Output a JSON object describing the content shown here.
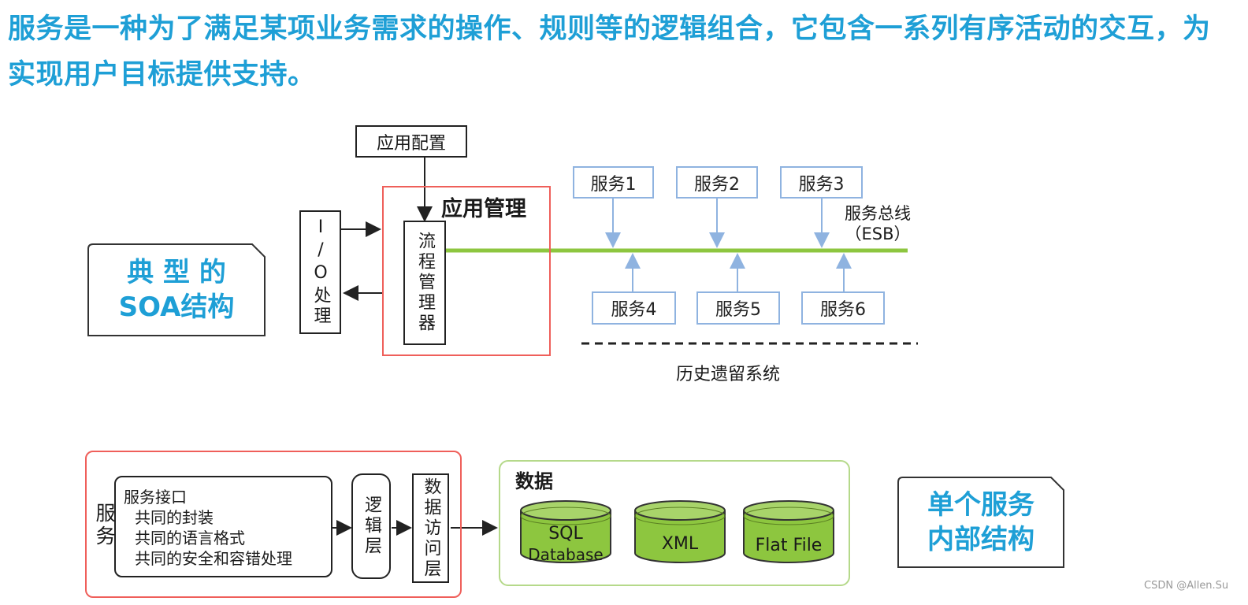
{
  "intro_text": "服务是一种为了满足某项业务需求的操作、规则等的逻辑组合，它包含一系列有序活动的交互，为实现用户目标提供支持。",
  "soa": {
    "tag_line1": "典 型 的",
    "tag_line2": "SOA结构",
    "app_config": "应用配置",
    "app_mgmt_title": "应用管理",
    "process_mgr": "流程管理器",
    "io_label": "I/O处理",
    "esb_line1": "服务总线",
    "esb_line2": "（ESB）",
    "services_top": [
      "服务1",
      "服务2",
      "服务3"
    ],
    "services_bottom": [
      "服务4",
      "服务5",
      "服务6"
    ],
    "legacy": "历史遗留系统"
  },
  "single": {
    "service_label": "服务",
    "interface_title": "服务接口",
    "interface_items": [
      "共同的封装",
      "共同的语言格式",
      "共同的安全和容错处理"
    ],
    "logic_layer": "逻辑层",
    "data_access_layer": "数据访问层",
    "data_title": "数据",
    "stores": [
      {
        "line1": "SQL",
        "line2": "Database"
      },
      {
        "line1": "XML",
        "line2": ""
      },
      {
        "line1": "Flat File",
        "line2": ""
      }
    ],
    "tag_line1": "单个服务",
    "tag_line2": "内部结构"
  },
  "watermark": "CSDN @Allen.Su",
  "colors": {
    "intro": "#1e9fd6",
    "bus": "#8dc63f",
    "service_border": "#8fb3e0",
    "frame_red": "#ef5f5a",
    "cylinder_fill": "#8dc63f"
  }
}
